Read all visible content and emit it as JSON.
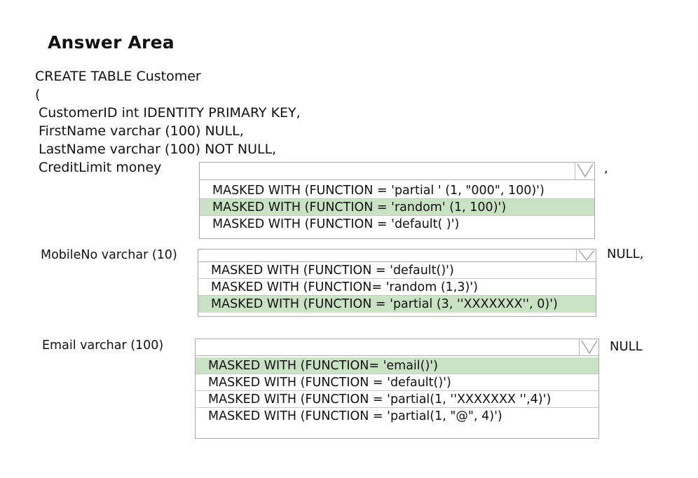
{
  "title": "Answer Area",
  "code": {
    "line1": "CREATE TABLE Customer",
    "line2": "(",
    "line3": "CustomerID int IDENTITY PRIMARY KEY,",
    "line4": "FirstName varchar (100) NULL,",
    "line5": "LastName varchar (100) NOT NULL,",
    "credit_label": "CreditLimit money",
    "credit_suffix": ",",
    "mobile_label": "MobileNo varchar (10)",
    "mobile_suffix": "NULL,",
    "email_label": "Email varchar (100)",
    "email_suffix": "NULL"
  },
  "dropdowns": {
    "credit": {
      "selected_index": 1,
      "options": [
        "MASKED WITH (FUNCTION = 'partial ' (1, \"000\", 100)')",
        "MASKED WITH (FUNCTION = 'random' (1, 100)')",
        "MASKED WITH (FUNCTION = 'default( )')"
      ]
    },
    "mobile": {
      "selected_index": 2,
      "options": [
        "MASKED WITH (FUNCTION = 'default()')",
        "MASKED WITH (FUNCTION= 'random (1,3)')",
        "MASKED WITH (FUNCTION = 'partial (3, ''XXXXXXX'', 0)')"
      ]
    },
    "email": {
      "selected_index": 0,
      "options": [
        "MASKED WITH (FUNCTION= 'email()')",
        "MASKED WITH (FUNCTION = 'default()')",
        "MASKED WITH (FUNCTION = 'partial(1, ''XXXXXXX '',4)')",
        "MASKED WITH (FUNCTION = 'partial(1, \"@\", 4)')"
      ]
    }
  },
  "colors": {
    "selected_option": "#c9e2c4",
    "border": "#a8a8a8"
  },
  "icons": {
    "dropdown_arrow": "chevron-down-icon"
  }
}
